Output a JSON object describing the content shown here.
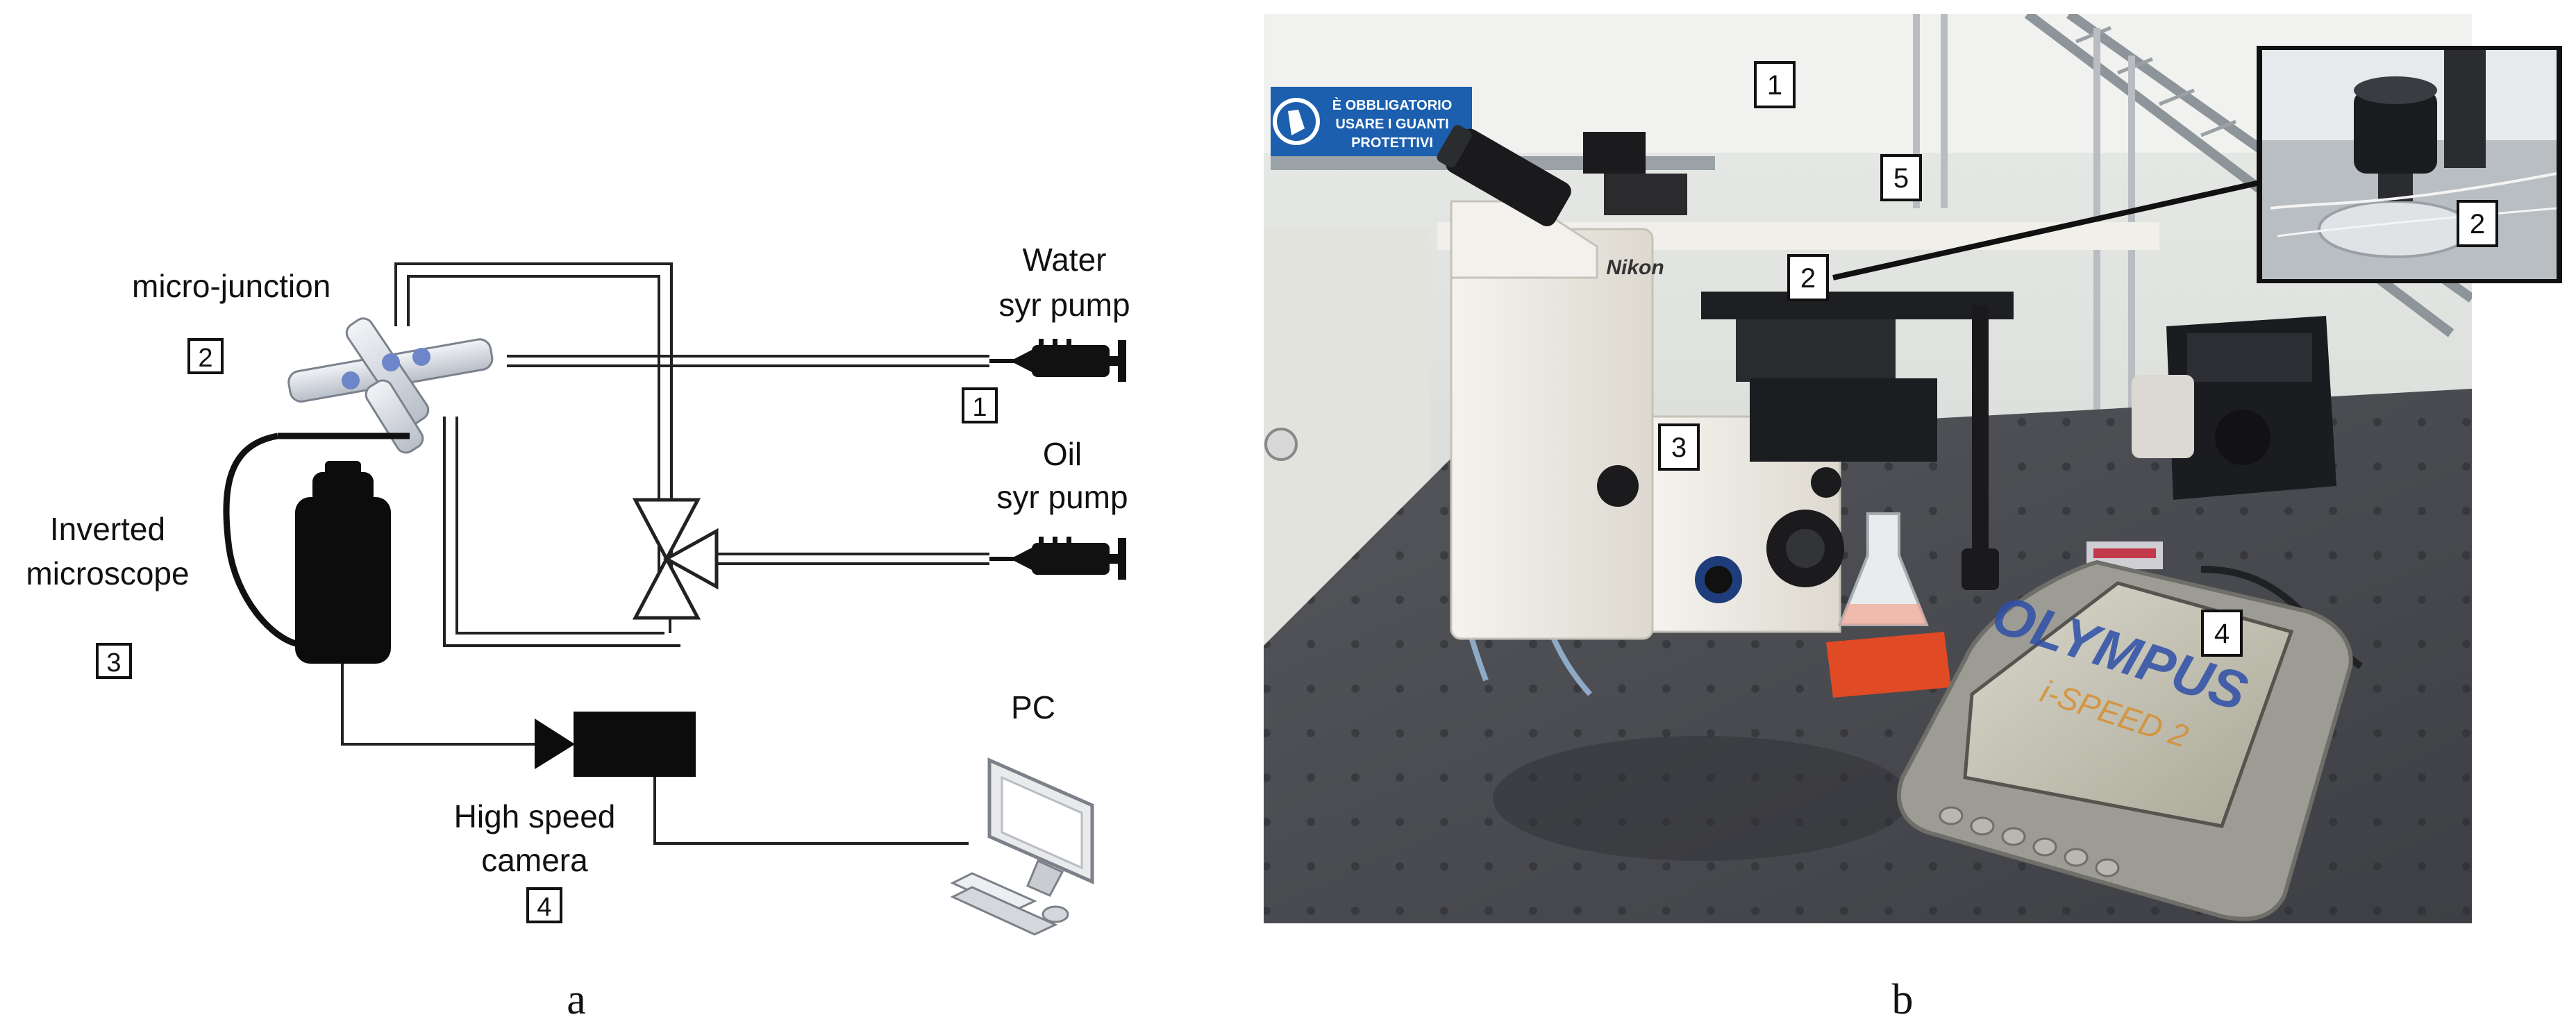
{
  "panel_a": {
    "caption": "a",
    "labels": {
      "micro_junction": "micro-junction",
      "water_line1": "Water",
      "water_line2": "syr pump",
      "oil_line1": "Oil",
      "oil_line2": "syr pump",
      "microscope_line1": "Inverted",
      "microscope_line2": "microscope",
      "camera_line1": "High speed",
      "camera_line2": "camera",
      "pc": "PC"
    },
    "numbers": {
      "micro_junction": "2",
      "water_pump": "1",
      "microscope": "3",
      "camera": "4"
    }
  },
  "panel_b": {
    "caption": "b",
    "sign_text": [
      "È OBBLIGATORIO",
      "USARE I GUANTI",
      "PROTETTIVI"
    ],
    "microscope_brand": "Nikon",
    "camera_brand": "OLYMPUS",
    "camera_model": "i-SPEED 2",
    "callouts": [
      "1",
      "5",
      "2",
      "3",
      "4"
    ],
    "inset_callout": "2"
  }
}
